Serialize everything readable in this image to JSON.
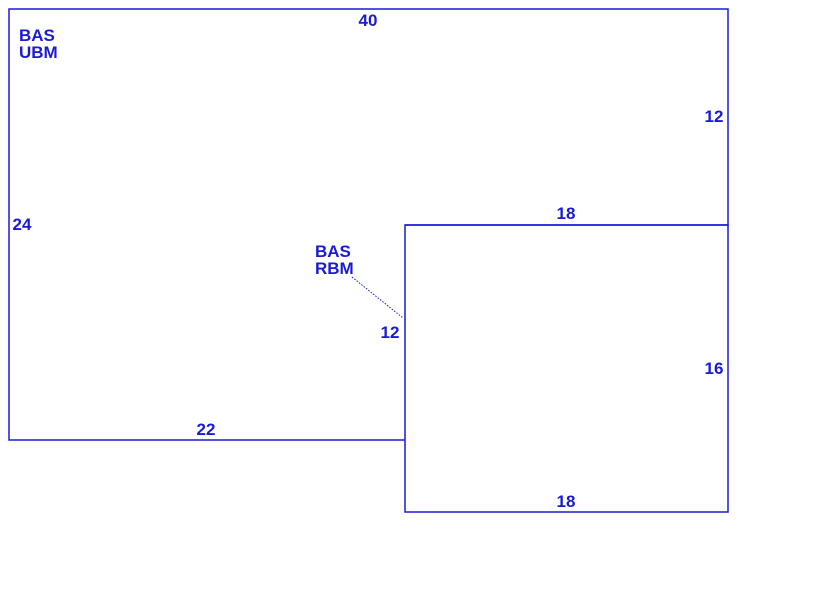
{
  "colors": {
    "line": "#1a1ad6",
    "text": "#1a1ad6",
    "background": "#ffffff"
  },
  "areas": [
    {
      "name": "upper-main",
      "title": "BAS",
      "subtitle": "UBM"
    },
    {
      "name": "right-addition",
      "title": "BAS",
      "subtitle": "RBM"
    }
  ],
  "dimensions": {
    "top": "40",
    "right_upper": "12",
    "left": "24",
    "bottom_left": "22",
    "inner_vertical": "12",
    "addition_top": "18",
    "addition_right": "16",
    "addition_bottom": "18"
  }
}
